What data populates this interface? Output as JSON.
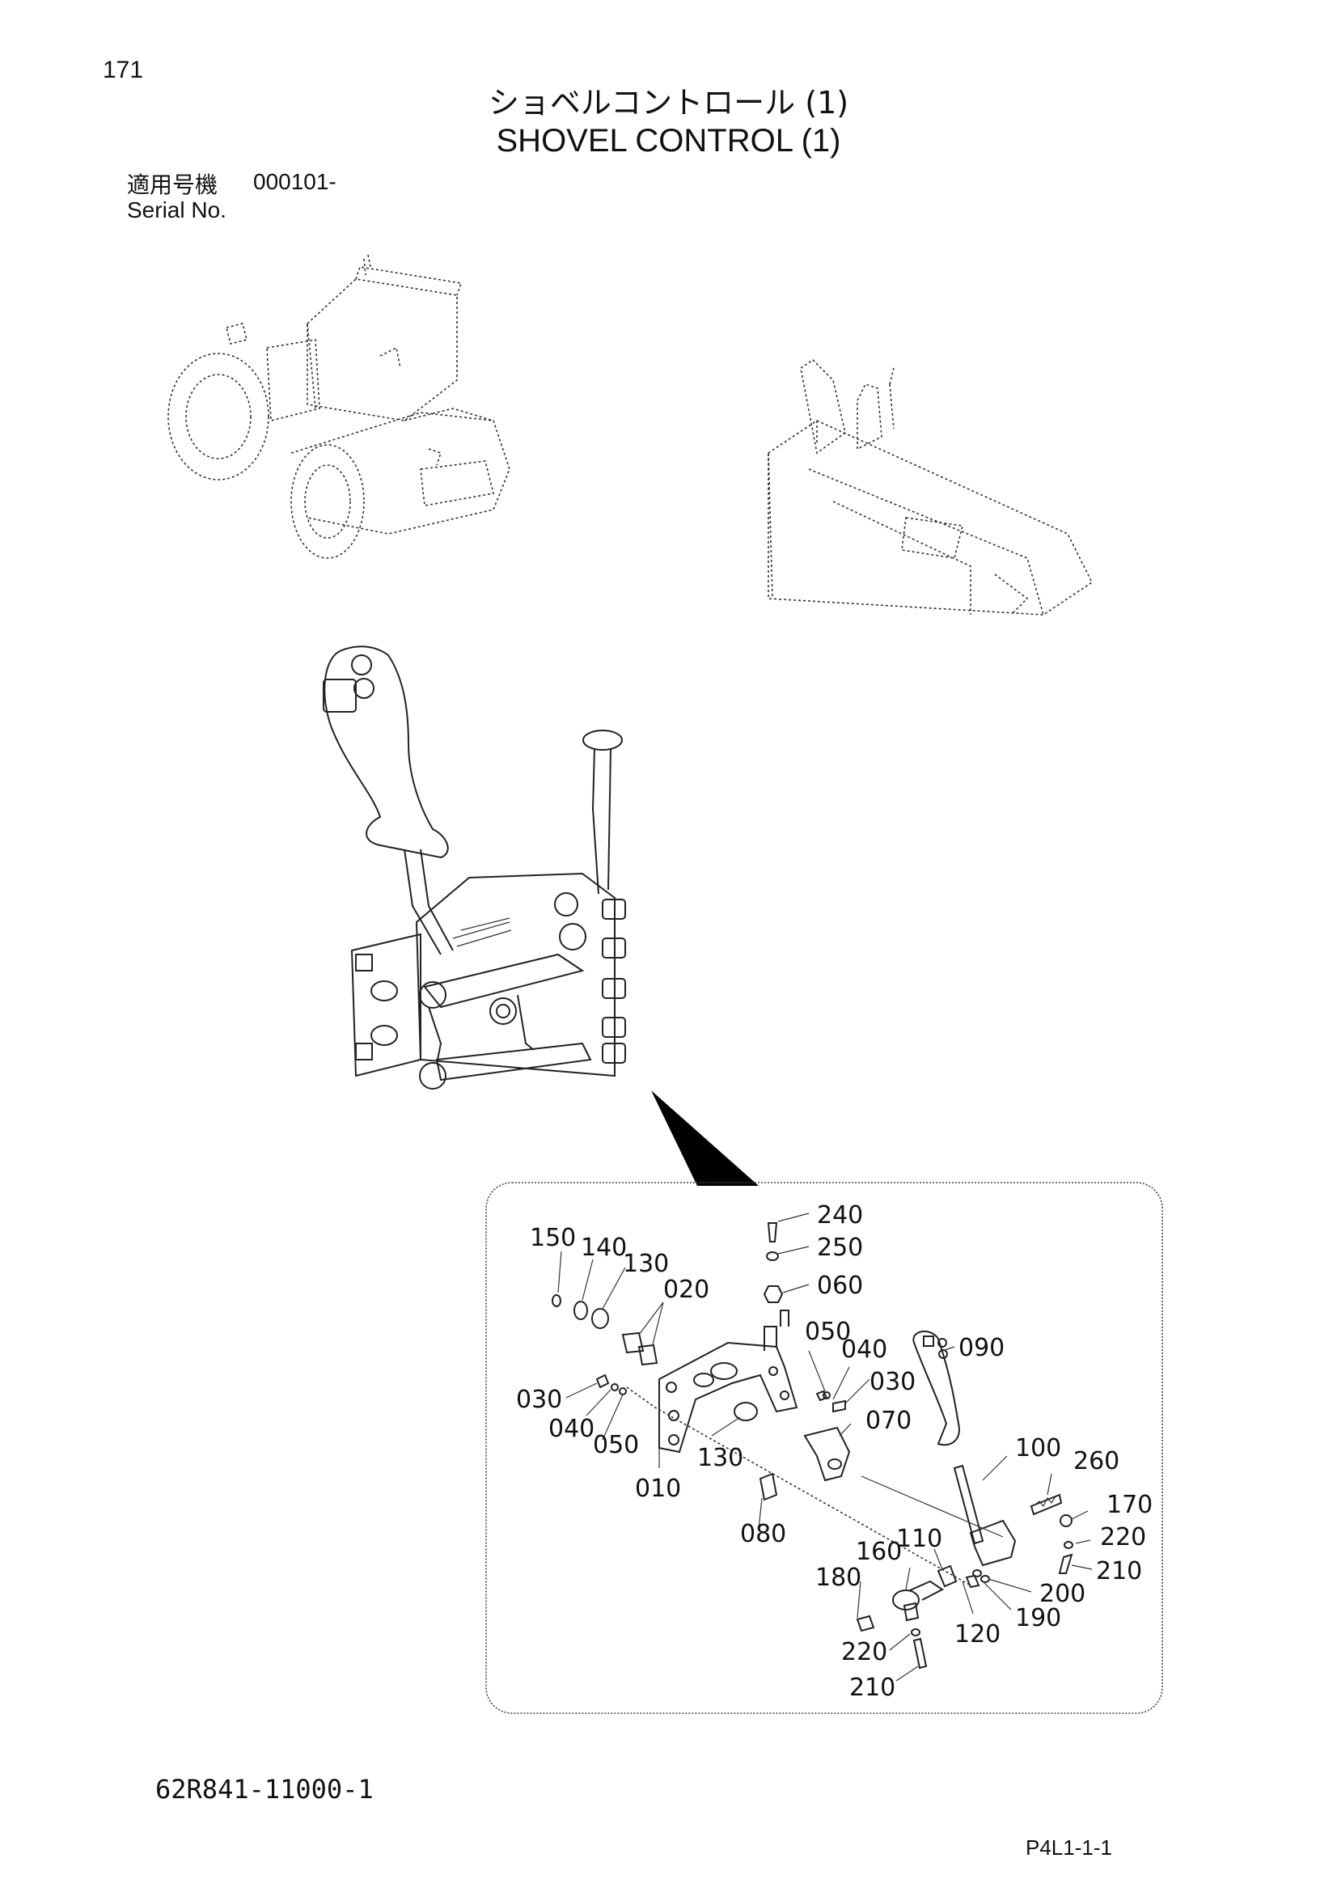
{
  "page_number": "171",
  "title_jp": "ショベルコントロール (1)",
  "title_en": "SHOVEL CONTROL (1)",
  "serial": {
    "label_jp": "適用号機",
    "value": "000101-",
    "label_en": "Serial No."
  },
  "part_code": "62R841-11000-1",
  "page_ref": "P4L1-1-1",
  "callouts": [
    "240",
    "250",
    "060",
    "150",
    "140",
    "130",
    "020",
    "050",
    "040",
    "030",
    "090",
    "030",
    "040",
    "050",
    "010",
    "130",
    "070",
    "100",
    "260",
    "080",
    "110",
    "170",
    "220",
    "210",
    "160",
    "180",
    "200",
    "190",
    "120",
    "220",
    "210"
  ]
}
